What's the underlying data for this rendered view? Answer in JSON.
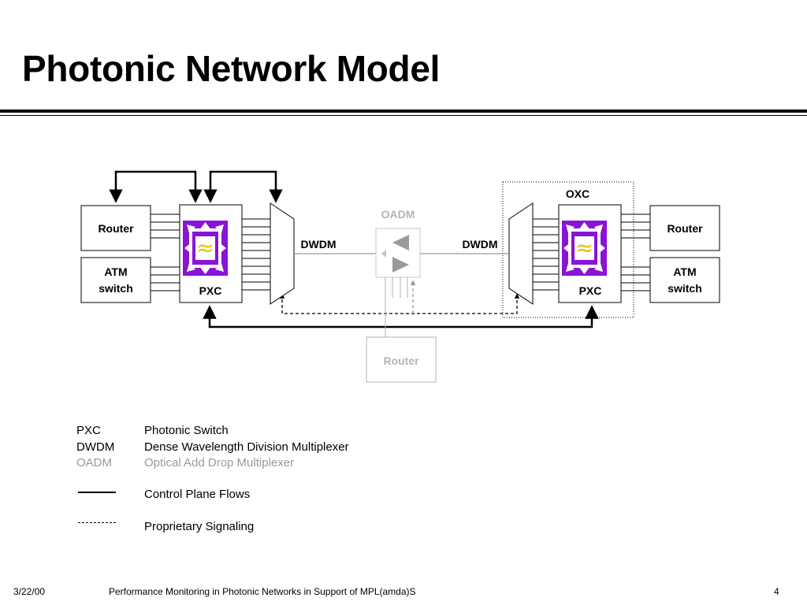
{
  "slide": {
    "title": "Photonic Network Model"
  },
  "diagram": {
    "left_router": "Router",
    "left_atm_line1": "ATM",
    "left_atm_line2": "switch",
    "left_pxc": "PXC",
    "dwdm_left": "DWDM",
    "oadm": "OADM",
    "dwdm_right": "DWDM",
    "oxc": "OXC",
    "right_pxc": "PXC",
    "right_router": "Router",
    "right_atm_line1": "ATM",
    "right_atm_line2": "switch",
    "bottom_router": "Router",
    "switch_glyph": "≈"
  },
  "legend": {
    "items": [
      {
        "abbr": "PXC",
        "desc": "Photonic Switch"
      },
      {
        "abbr": "DWDM",
        "desc": "Dense Wavelength Division Multiplexer"
      },
      {
        "abbr": "OADM",
        "desc": "Optical Add Drop Multiplexer"
      }
    ],
    "control_plane": "Control Plane Flows",
    "proprietary": "Proprietary Signaling"
  },
  "footer": {
    "date": "3/22/00",
    "text": "Performance Monitoring in Photonic Networks in Support of MPL(amda)S",
    "page": "4"
  },
  "colors": {
    "switch_purple": "#8a14d6",
    "oadm_grey": "#9a9a9a"
  }
}
